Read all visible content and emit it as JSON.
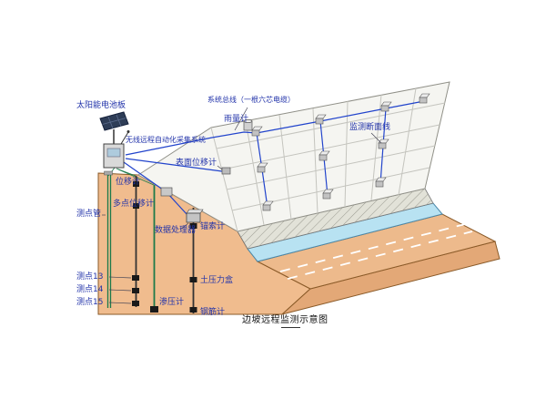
{
  "diagram": {
    "caption": "边坡远程监测示意图",
    "labels": {
      "solar_panel": "太阳能电池板",
      "system_bus": "系统总线（一根六芯电缆）",
      "rain_gauge": "雨量计",
      "monitoring_section_line": "监测断面线",
      "wireless_system": "无线远程自动化采集系统",
      "surface_displacement_meter": "表面位移计",
      "displacement_meter": "位移计",
      "multipoint_displacement_meter": "多点位移计",
      "measuring_point_tube": "测点管",
      "data_processor": "数据处理器",
      "anchor_cable_meter": "锚索计",
      "measuring_point_13": "测点13",
      "measuring_point_14": "测点14",
      "measuring_point_15": "测点15",
      "earth_pressure_cell": "土压力盒",
      "seepage_pressure_meter": "渗压计",
      "rebar_meter": "钢筋计"
    },
    "colors": {
      "label_text": "#2233AA",
      "caption_text": "#111111",
      "soil": "#F0BC8E",
      "soil_shadow": "#E3A877",
      "slope_face": "#F5F5F1",
      "water_channel": "#B8E2F2",
      "cable_blue": "#2244CC",
      "borehole_green": "#1C7A4A"
    }
  }
}
